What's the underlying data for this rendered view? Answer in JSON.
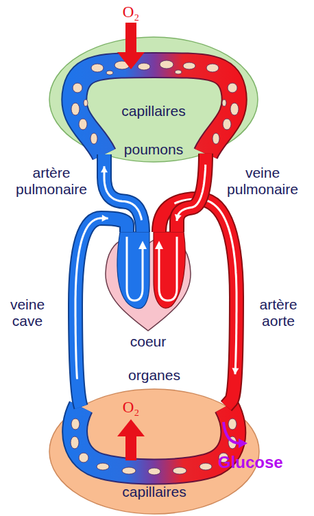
{
  "diagram": {
    "nodes": [
      {
        "text": [
          "capillaires",
          "poumons"
        ]
      },
      {
        "text": [
          "coeur"
        ]
      },
      {
        "text": [
          "organes",
          "capillaires"
        ]
      }
    ],
    "edges": [
      {
        "from": 1,
        "to": 0,
        "arrow": "to",
        "label": "artère pulmonaire"
      },
      {
        "from": 0,
        "to": 1,
        "arrow": "to",
        "label": "veine pulmonaire"
      },
      {
        "from": 1,
        "to": 2,
        "arrow": "to",
        "label": "artère aorte"
      },
      {
        "from": 2,
        "to": 1,
        "arrow": "to",
        "label": "veine cave"
      }
    ],
    "labels": [
      "O₂",
      "O₂",
      "Glucose"
    ]
  }
}
